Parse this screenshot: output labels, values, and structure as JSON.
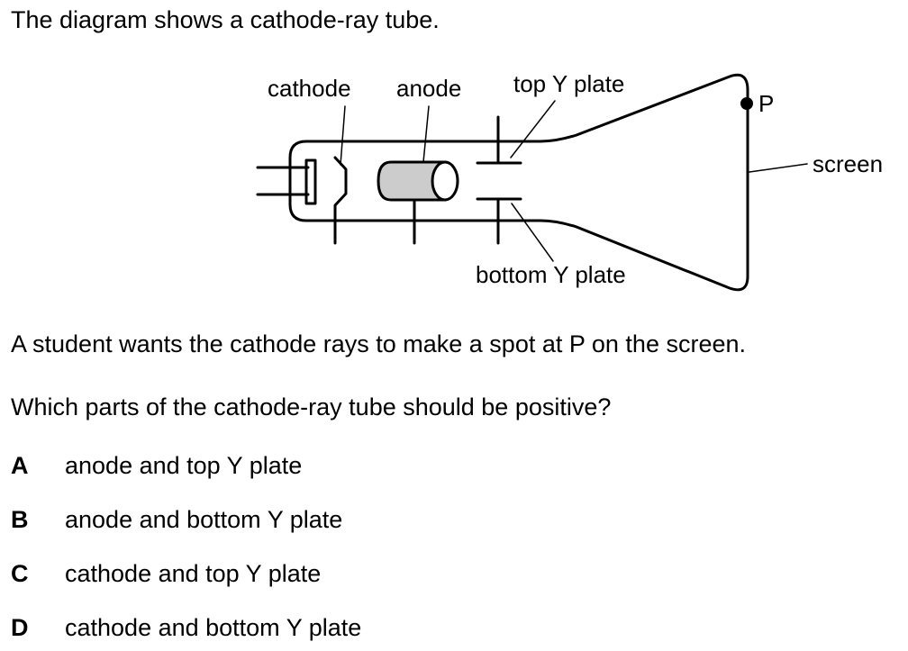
{
  "intro": "The diagram shows a cathode-ray tube.",
  "diagram": {
    "labels": {
      "cathode": "cathode",
      "anode": "anode",
      "top_y_plate": "top Y plate",
      "bottom_y_plate": "bottom Y plate",
      "screen": "screen",
      "point_p": "P"
    }
  },
  "statement": "A student wants the cathode rays to make a spot at P on the screen.",
  "question": "Which parts of the cathode-ray tube should be positive?",
  "options": [
    {
      "letter": "A",
      "text": "anode and top Y plate"
    },
    {
      "letter": "B",
      "text": "anode and bottom Y plate"
    },
    {
      "letter": "C",
      "text": "cathode and top Y plate"
    },
    {
      "letter": "D",
      "text": "cathode and bottom Y plate"
    }
  ]
}
